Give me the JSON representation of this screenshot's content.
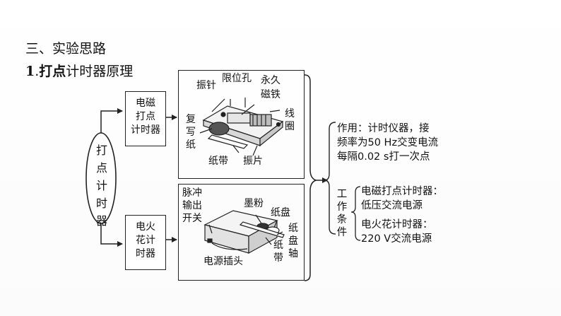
{
  "section_heading": "三、实验思路",
  "subheading": {
    "number": "1",
    "dot": ".",
    "bold_part": "打点",
    "rest": "计时器原理"
  },
  "center_label": "打点计时器",
  "electromagnetic": {
    "box_label": [
      "电磁",
      "打点",
      "计时器"
    ],
    "parts": {
      "needle": "振针",
      "limit_hole": "限位孔",
      "permanent_magnet": [
        "永久",
        "磁铁"
      ],
      "coil": "线圈",
      "carbon_paper": "复写纸",
      "paper_tape": "纸带",
      "vibrating_plate": "振片"
    }
  },
  "spark": {
    "box_label": [
      "电火",
      "花计",
      "时器"
    ],
    "parts": {
      "pulse_switch": [
        "脉冲",
        "输出",
        "开关"
      ],
      "ink_powder": "墨粉",
      "paper_disk": "纸盘",
      "paper_disk_axle": "纸盘轴",
      "paper_tape": "纸带",
      "power_plug": "电源插头"
    }
  },
  "function_text": [
    "作用：计时仪器，接",
    "频率为50 Hz交变电流",
    "每隔0.02 s打一次点"
  ],
  "working_conditions": {
    "label": "工作条件",
    "electromagnetic_title": "电磁打点计时器：",
    "electromagnetic_value": "低压交流电源",
    "spark_title": "电火花计时器：",
    "spark_value": "220 V交流电源"
  }
}
